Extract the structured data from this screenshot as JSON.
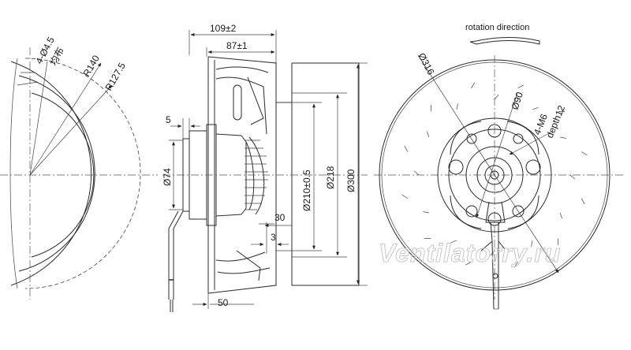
{
  "left_view": {
    "holes_label": "4-Ø4.5",
    "holes_note": "均布",
    "radius_outer": "R140",
    "radius_inner": "R127.5"
  },
  "side_view": {
    "overall_length": "109±2",
    "body_length": "87±1",
    "flange_offset": "5",
    "hub_diameter": "Ø74",
    "inner_diameter": "Ø210±0.5",
    "mid_diameter": "Ø218",
    "outer_diameter": "Ø300",
    "inlet_depth": "30",
    "lip_thickness": "3",
    "cable_length": "50"
  },
  "front_view": {
    "impeller_diameter": "Ø316",
    "rotation_label": "rotation direction",
    "hub_bolt_circle": "Ø90",
    "thread_label": "4-M6",
    "thread_depth": "depth12"
  },
  "watermark": "Ventilatorry.ru"
}
